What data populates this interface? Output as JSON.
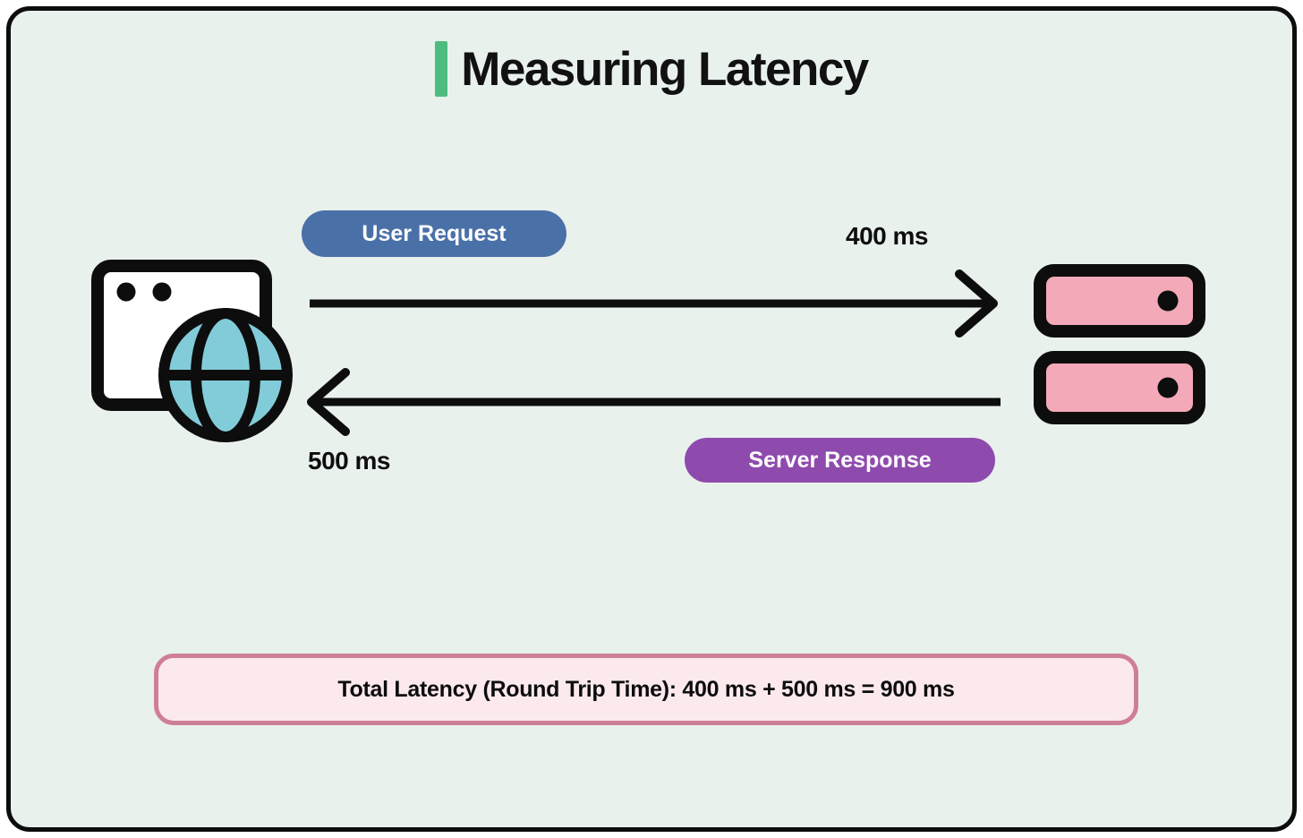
{
  "header": {
    "title": "Measuring Latency"
  },
  "flow": {
    "request": {
      "badge_label": "User Request",
      "latency": "400 ms"
    },
    "response": {
      "badge_label": "Server Response",
      "latency": "500 ms"
    }
  },
  "summary": {
    "text": "Total Latency (Round Trip Time): 400 ms + 500 ms = 900 ms"
  },
  "icons": {
    "client": "browser-globe-icon",
    "server": "server-stack-icon"
  },
  "colors": {
    "background": "#e9f1ed",
    "outline": "#0d0d0d",
    "accent_green": "#4cbd7e",
    "badge_blue": "#4a70a8",
    "badge_purple": "#8e4bad",
    "globe_teal": "#82ccd9",
    "server_pink": "#f4a9b8",
    "summary_fill": "#fce9ed",
    "summary_border": "#cf7f95"
  }
}
